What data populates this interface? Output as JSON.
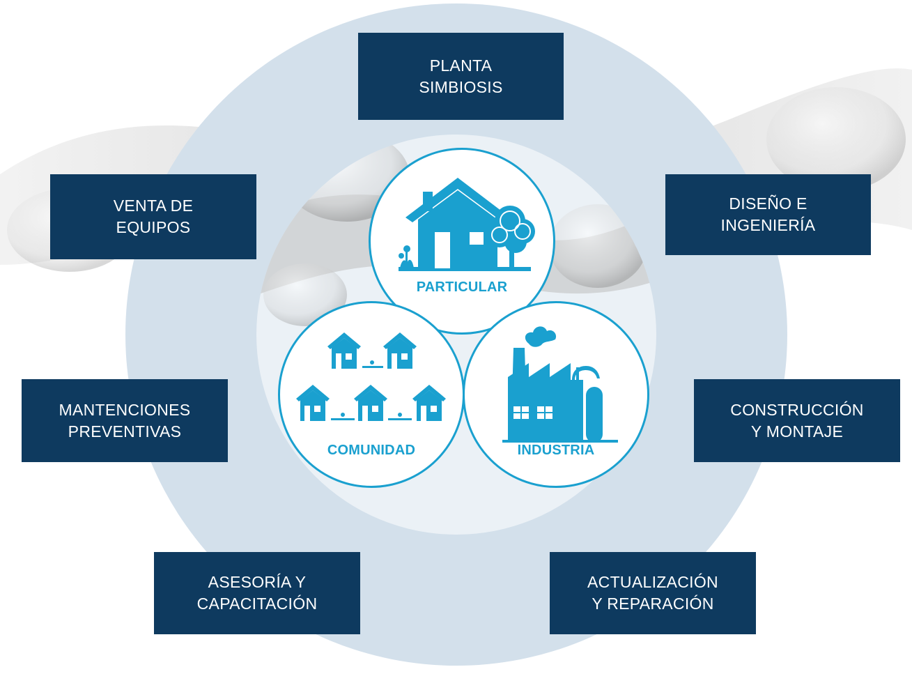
{
  "services": {
    "planta": [
      "PLANTA",
      "SIMBIOSIS"
    ],
    "venta": [
      "VENTA DE",
      "EQUIPOS"
    ],
    "diseno": [
      "DISEÑO E",
      "INGENIERÍA"
    ],
    "mantenciones": [
      "MANTENCIONES",
      "PREVENTIVAS"
    ],
    "construccion": [
      "CONSTRUCCIÓN",
      "Y MONTAJE"
    ],
    "asesoria": [
      "ASESORÍA Y",
      "CAPACITACIÓN"
    ],
    "actualizacion": [
      "ACTUALIZACIÓN",
      "Y REPARACIÓN"
    ]
  },
  "segments": {
    "particular": "PARTICULAR",
    "comunidad": "COMUNIDAD",
    "industria": "INDUSTRIA"
  },
  "colors": {
    "box": "#0e3a5f",
    "ring": "#d3e0eb",
    "accent": "#1aa0cf"
  },
  "icons": {
    "particular": "house-with-tree-icon",
    "comunidad": "houses-community-icon",
    "industria": "factory-icon"
  }
}
